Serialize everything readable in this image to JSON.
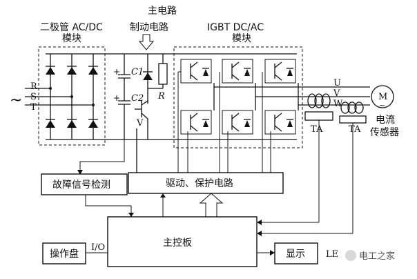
{
  "title": "主电路",
  "labels": {
    "rectifier_line1": "二极管 AC/DC",
    "rectifier_line2": "模块",
    "brake": "制动电路",
    "inverter_line1": "IGBT  DC/AC",
    "inverter_line2": "模块",
    "c1": "C1",
    "c2": "C2",
    "r": "R",
    "v": "V",
    "r_phase": "R",
    "s_phase": "S",
    "t_phase": "T",
    "u_phase": "U",
    "v_phase": "V",
    "w_phase": "W",
    "tilde": "~",
    "motor": "M",
    "ta1": "TA",
    "ta2": "TA",
    "current_sensor_line1": "电流",
    "current_sensor_line2": "传感器"
  },
  "blocks": {
    "fault_detect": "故障信号检测",
    "drive_protect": "驱动、保护电路",
    "main_board": "主控板",
    "operation_panel": "操作盘",
    "io": "I/O",
    "display": "显示",
    "led": "LE"
  },
  "watermark": "电工之家"
}
